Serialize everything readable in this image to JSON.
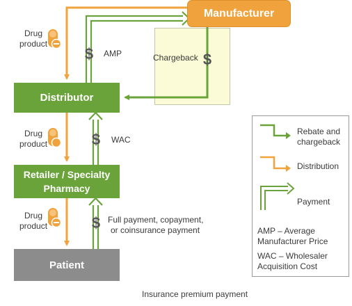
{
  "nodes": {
    "manufacturer": "Manufacturer",
    "distributor": "Distributor",
    "retailer_line1": "Retailer / Specialty",
    "retailer_line2": "Pharmacy",
    "patient": "Patient"
  },
  "flows": {
    "drug_product_1_line1": "Drug",
    "drug_product_1_line2": "product",
    "drug_product_2_line1": "Drug",
    "drug_product_2_line2": "product",
    "drug_product_3_line1": "Drug",
    "drug_product_3_line2": "product",
    "amp": "AMP",
    "chargeback": "Chargeback",
    "wac": "WAC",
    "full_payment_line1": "Full payment, copayment,",
    "full_payment_line2": "or coinsurance payment",
    "insurance": "Insurance premium payment"
  },
  "legend": {
    "rebate_line1": "Rebate and",
    "rebate_line2": "chargeback",
    "distribution": "Distribution",
    "payment": "Payment",
    "amp_def_line1": "AMP – Average",
    "amp_def_line2": "Manufacturer Price",
    "wac_def_line1": "WAC – Wholesaler",
    "wac_def_line2": "Acquisition Cost"
  },
  "icons": {
    "dollar": "$",
    "pill": "drug-capsule-icon"
  },
  "colors": {
    "green": "#6aa33a",
    "orange": "#f0a23c",
    "gray": "#8c8c8c",
    "chargeback_bg": "#fbfbd7",
    "legend_border": "#9a9a9a"
  }
}
